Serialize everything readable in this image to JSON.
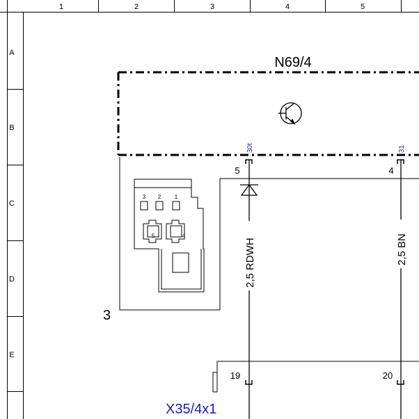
{
  "grid": {
    "columns": [
      "1",
      "2",
      "3",
      "4",
      "5"
    ],
    "rows": [
      "A",
      "B",
      "C",
      "D",
      "E"
    ]
  },
  "component": {
    "module_name": "N69/4",
    "connector_ref": "3",
    "connector_pins": [
      "3",
      "2",
      "1",
      "5",
      "4"
    ]
  },
  "terminals": {
    "left_term": "30t",
    "right_term": "31",
    "left_pin": "5",
    "right_pin": "4"
  },
  "wires": {
    "left": "2,5 RDWH",
    "right": "2,5 BN"
  },
  "bottom_connector": {
    "name": "X35/4x1",
    "left_pin": "19",
    "right_pin": "20"
  }
}
